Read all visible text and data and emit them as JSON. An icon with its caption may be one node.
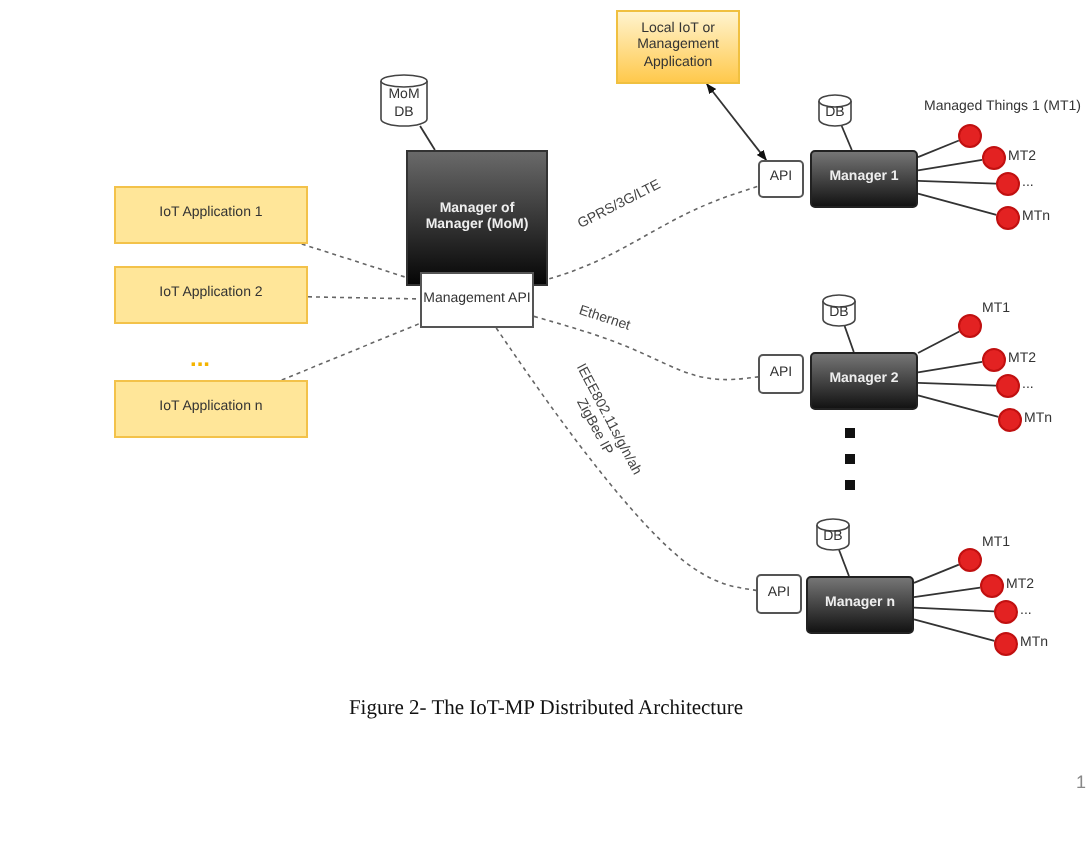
{
  "diagram": {
    "caption": "Figure 2- The IoT-MP Distributed Architecture",
    "nodes": [
      {
        "text": [
          "Local IoT or Management Application"
        ]
      },
      {
        "text": [
          "MoM DB"
        ]
      },
      {
        "text": [
          "Manager of Manager (MoM)"
        ]
      },
      {
        "text": [
          "Management API"
        ]
      },
      {
        "text": [
          "IoT Application 1"
        ]
      },
      {
        "text": [
          "IoT Application 2"
        ]
      },
      {
        "text": [
          "IoT Application n"
        ]
      },
      {
        "text": [
          "DB"
        ]
      },
      {
        "text": [
          "API"
        ]
      },
      {
        "text": [
          "Manager 1"
        ]
      },
      {
        "text": [],
        "shape": "circle",
        "beside": [
          "Managed Things 1 (MT1)"
        ]
      },
      {
        "text": [],
        "shape": "circle",
        "beside": [
          "MT2"
        ]
      },
      {
        "text": [],
        "shape": "circle",
        "beside": [
          "..."
        ]
      },
      {
        "text": [],
        "shape": "circle",
        "beside": [
          "MTn"
        ]
      },
      {
        "text": [
          "DB"
        ]
      },
      {
        "text": [
          "API"
        ]
      },
      {
        "text": [
          "Manager 2"
        ]
      },
      {
        "text": [],
        "shape": "circle",
        "beside": [
          "MT1"
        ]
      },
      {
        "text": [],
        "shape": "circle",
        "beside": [
          "MT2"
        ]
      },
      {
        "text": [],
        "shape": "circle",
        "beside": [
          "..."
        ]
      },
      {
        "text": [],
        "shape": "circle",
        "beside": [
          "MTn"
        ]
      },
      {
        "text": [
          "DB"
        ]
      },
      {
        "text": [
          "API"
        ]
      },
      {
        "text": [
          "Manager n"
        ]
      },
      {
        "text": [],
        "shape": "circle",
        "beside": [
          "MT1"
        ]
      },
      {
        "text": [],
        "shape": "circle",
        "beside": [
          "MT2"
        ]
      },
      {
        "text": [],
        "shape": "circle",
        "beside": [
          "..."
        ]
      },
      {
        "text": [],
        "shape": "circle",
        "beside": [
          "MTn"
        ]
      }
    ],
    "edges": [
      {
        "from": 4,
        "to": 3,
        "arrow": "none",
        "style": "dashed"
      },
      {
        "from": 5,
        "to": 3,
        "arrow": "none",
        "style": "dashed"
      },
      {
        "from": 6,
        "to": 3,
        "arrow": "none",
        "style": "dashed"
      },
      {
        "from": 1,
        "to": 2,
        "arrow": "none"
      },
      {
        "from": 3,
        "to": 8,
        "arrow": "none",
        "style": "dashed",
        "label": "GPRS/3G/LTE"
      },
      {
        "from": 3,
        "to": 15,
        "arrow": "none",
        "style": "dashed",
        "label": "Ethernet"
      },
      {
        "from": 3,
        "to": 22,
        "arrow": "none",
        "style": "dashed",
        "label": "IEEE802.11s/g/n/ah ZigBee IP"
      },
      {
        "from": 0,
        "to": 8,
        "arrow": "both"
      },
      {
        "from": 7,
        "to": 9,
        "arrow": "none"
      },
      {
        "from": 9,
        "to": 10,
        "arrow": "none"
      },
      {
        "from": 9,
        "to": 11,
        "arrow": "none"
      },
      {
        "from": 9,
        "to": 12,
        "arrow": "none"
      },
      {
        "from": 9,
        "to": 13,
        "arrow": "none"
      },
      {
        "from": 14,
        "to": 16,
        "arrow": "none"
      },
      {
        "from": 16,
        "to": 17,
        "arrow": "none"
      },
      {
        "from": 16,
        "to": 18,
        "arrow": "none"
      },
      {
        "from": 16,
        "to": 19,
        "arrow": "none"
      },
      {
        "from": 16,
        "to": 20,
        "arrow": "none"
      },
      {
        "from": 21,
        "to": 23,
        "arrow": "none"
      },
      {
        "from": 23,
        "to": 24,
        "arrow": "none"
      },
      {
        "from": 23,
        "to": 25,
        "arrow": "none"
      },
      {
        "from": 23,
        "to": 26,
        "arrow": "none"
      },
      {
        "from": 23,
        "to": 27,
        "arrow": "none"
      }
    ],
    "labels": [
      "...",
      "1"
    ]
  }
}
